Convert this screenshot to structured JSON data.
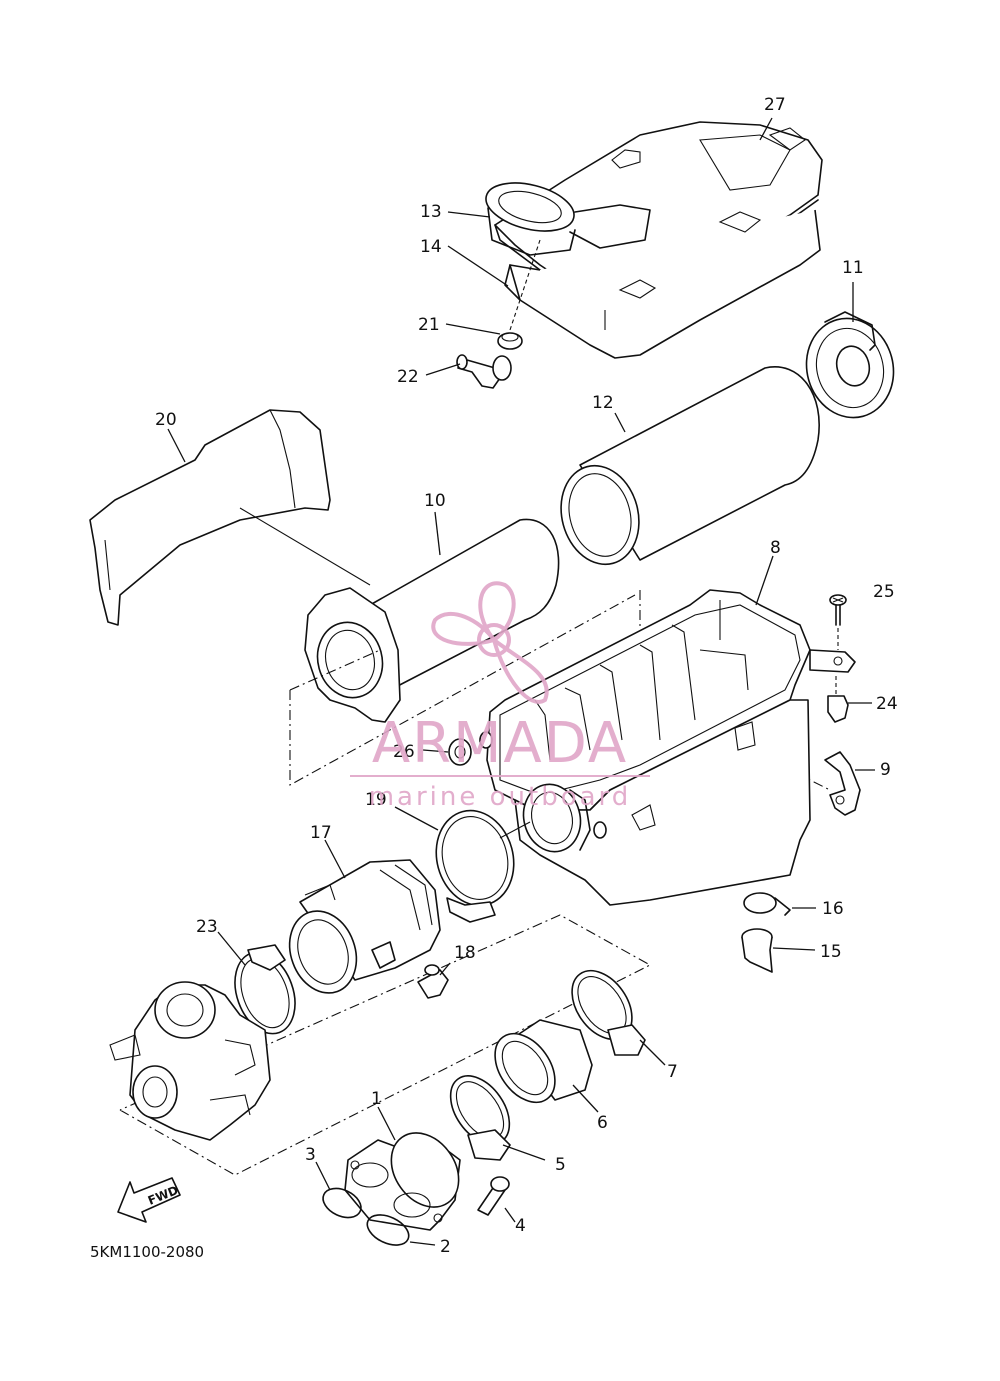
{
  "diagram_code": "5KM1100-2080",
  "fwd_label": "FWD",
  "watermark": {
    "brand": "ARMADA",
    "tagline": "marine outboard",
    "color": "#e0a6c8"
  },
  "callouts": [
    {
      "id": "27",
      "label": "27"
    },
    {
      "id": "13",
      "label": "13"
    },
    {
      "id": "14",
      "label": "14"
    },
    {
      "id": "21",
      "label": "21"
    },
    {
      "id": "22",
      "label": "22"
    },
    {
      "id": "11",
      "label": "11"
    },
    {
      "id": "12",
      "label": "12"
    },
    {
      "id": "20",
      "label": "20"
    },
    {
      "id": "10",
      "label": "10"
    },
    {
      "id": "8",
      "label": "8"
    },
    {
      "id": "25",
      "label": "25"
    },
    {
      "id": "24",
      "label": "24"
    },
    {
      "id": "26",
      "label": "26"
    },
    {
      "id": "9",
      "label": "9"
    },
    {
      "id": "19",
      "label": "19"
    },
    {
      "id": "17",
      "label": "17"
    },
    {
      "id": "16",
      "label": "16"
    },
    {
      "id": "18",
      "label": "18"
    },
    {
      "id": "15",
      "label": "15"
    },
    {
      "id": "23",
      "label": "23"
    },
    {
      "id": "7",
      "label": "7"
    },
    {
      "id": "6",
      "label": "6"
    },
    {
      "id": "1",
      "label": "1"
    },
    {
      "id": "5",
      "label": "5"
    },
    {
      "id": "3",
      "label": "3"
    },
    {
      "id": "4",
      "label": "4"
    },
    {
      "id": "2",
      "label": "2"
    }
  ]
}
